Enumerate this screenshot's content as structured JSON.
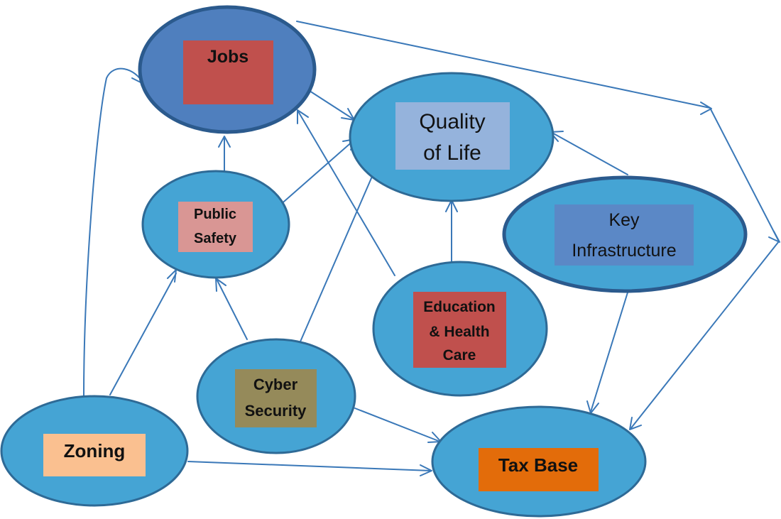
{
  "diagram": {
    "colors": {
      "node_fill": "#45a4d4",
      "node_fill_dark": "#4f7fbe",
      "node_stroke": "#2e6a96",
      "node_stroke_strong": "#2b5a8d",
      "arrow": "#3a78b8"
    },
    "nodes": {
      "jobs": {
        "label": "Jobs",
        "box_color": "#c0504d"
      },
      "quality_of_life": {
        "line1": "Quality",
        "line2": "of Life",
        "box_color": "#95b3dc"
      },
      "public_safety": {
        "line1": "Public",
        "line2": "Safety",
        "box_color": "#d99694"
      },
      "key_infrastructure": {
        "line1": "Key",
        "line2": "Infrastructure",
        "box_color": "#5b88c6"
      },
      "education_health_care": {
        "line1": "Education",
        "line2": "& Health",
        "line3": "Care",
        "box_color": "#c0504d"
      },
      "cyber_security": {
        "line1": "Cyber",
        "line2": "Security",
        "box_color": "#958a5a"
      },
      "zoning": {
        "label": "Zoning",
        "box_color": "#fac090"
      },
      "tax_base": {
        "label": "Tax Base",
        "box_color": "#e36c0a"
      }
    },
    "edges": [
      {
        "from": "Zoning",
        "to": "Jobs"
      },
      {
        "from": "Zoning",
        "to": "Public Safety"
      },
      {
        "from": "Zoning",
        "to": "Tax Base"
      },
      {
        "from": "Cyber Security",
        "to": "Public Safety"
      },
      {
        "from": "Cyber Security",
        "to": "Quality of Life"
      },
      {
        "from": "Cyber Security",
        "to": "Tax Base"
      },
      {
        "from": "Public Safety",
        "to": "Jobs"
      },
      {
        "from": "Public Safety",
        "to": "Quality of Life"
      },
      {
        "from": "Jobs",
        "to": "Quality of Life"
      },
      {
        "from": "Jobs",
        "to": "Tax Base"
      },
      {
        "from": "Education & Health Care",
        "to": "Jobs"
      },
      {
        "from": "Education & Health Care",
        "to": "Quality of Life"
      },
      {
        "from": "Key Infrastructure",
        "to": "Quality of Life"
      },
      {
        "from": "Key Infrastructure",
        "to": "Tax Base"
      }
    ]
  }
}
